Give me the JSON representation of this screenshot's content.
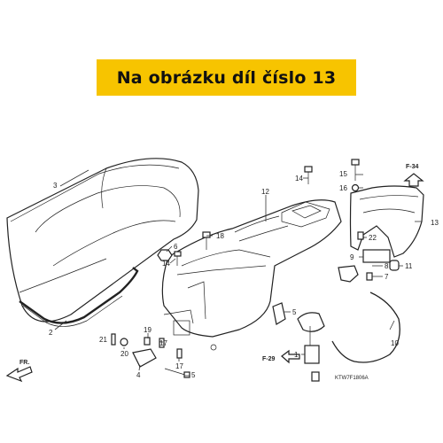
{
  "banner": {
    "text": "Na obrázku díl číslo 13"
  },
  "colors": {
    "banner_bg": "#f7c400",
    "line": "#222222"
  },
  "callouts": {
    "c1": "1",
    "c2": "2",
    "c3": "3",
    "c4": "4",
    "c5": "5",
    "c6": "6",
    "c7": "7",
    "c8": "8",
    "c9": "9",
    "c10": "10",
    "c11": "11",
    "c12": "12",
    "c13": "13",
    "c14a": "14",
    "c14b": "14",
    "c15": "15",
    "c16": "16",
    "c17a": "17",
    "c17b": "17",
    "c18": "18",
    "c19": "19",
    "c20": "20",
    "c21": "21",
    "c22": "22"
  },
  "refs": {
    "f34": "F-34",
    "f29": "F-29",
    "fr": "FR."
  },
  "diagram_code": "KTW7F1806A"
}
